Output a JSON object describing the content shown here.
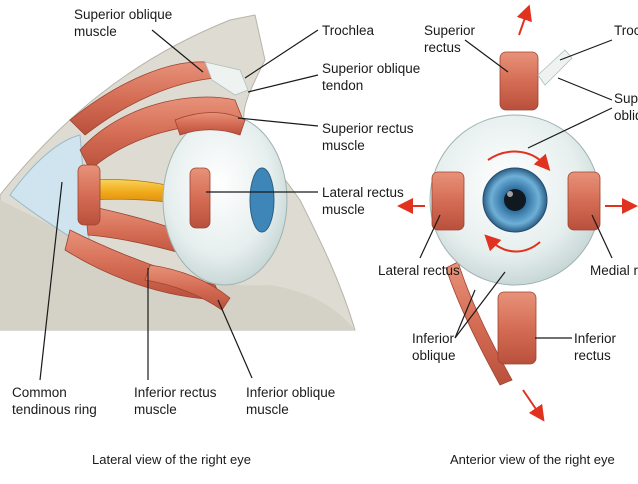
{
  "colors": {
    "muscle": "#d9735a",
    "muscle_dark": "#b8503c",
    "tendon": "#eaf1ef",
    "sclera": "#eef3f2",
    "iris": "#3f7fae",
    "nerve": "#f3b321",
    "bone": "#d8d6cc",
    "arrow": "#e0321e"
  },
  "lateral_view": {
    "labels": {
      "superior_oblique_line1": "Superior oblique",
      "superior_oblique_line2": "muscle",
      "trochlea": "Trochlea",
      "superior_oblique_tendon_line1": "Superior oblique",
      "superior_oblique_tendon_line2": "tendon",
      "superior_rectus_line1": "Superior rectus",
      "superior_rectus_line2": "muscle",
      "lateral_rectus_line1": "Lateral rectus",
      "lateral_rectus_line2": "muscle",
      "common_ring_line1": "Common",
      "common_ring_line2": "tendinous ring",
      "inferior_rectus_line1": "Inferior rectus",
      "inferior_rectus_line2": "muscle",
      "inferior_oblique_line1": "Inferior oblique",
      "inferior_oblique_line2": "muscle"
    },
    "caption": "Lateral view of the right eye"
  },
  "anterior_view": {
    "labels": {
      "superior_rectus_line1": "Superior",
      "superior_rectus_line2": "rectus",
      "trochlea_cut": "Troch",
      "superior_oblique_cut_line1": "Supe",
      "superior_oblique_cut_line2": "obliq",
      "lateral_rectus": "Lateral rectus",
      "medial_rectus_cut": "Medial re",
      "inferior_oblique_line1": "Inferior",
      "inferior_oblique_line2": "oblique",
      "inferior_rectus_line1": "Inferior",
      "inferior_rectus_line2": "rectus"
    },
    "caption": "Anterior view of the right eye"
  }
}
